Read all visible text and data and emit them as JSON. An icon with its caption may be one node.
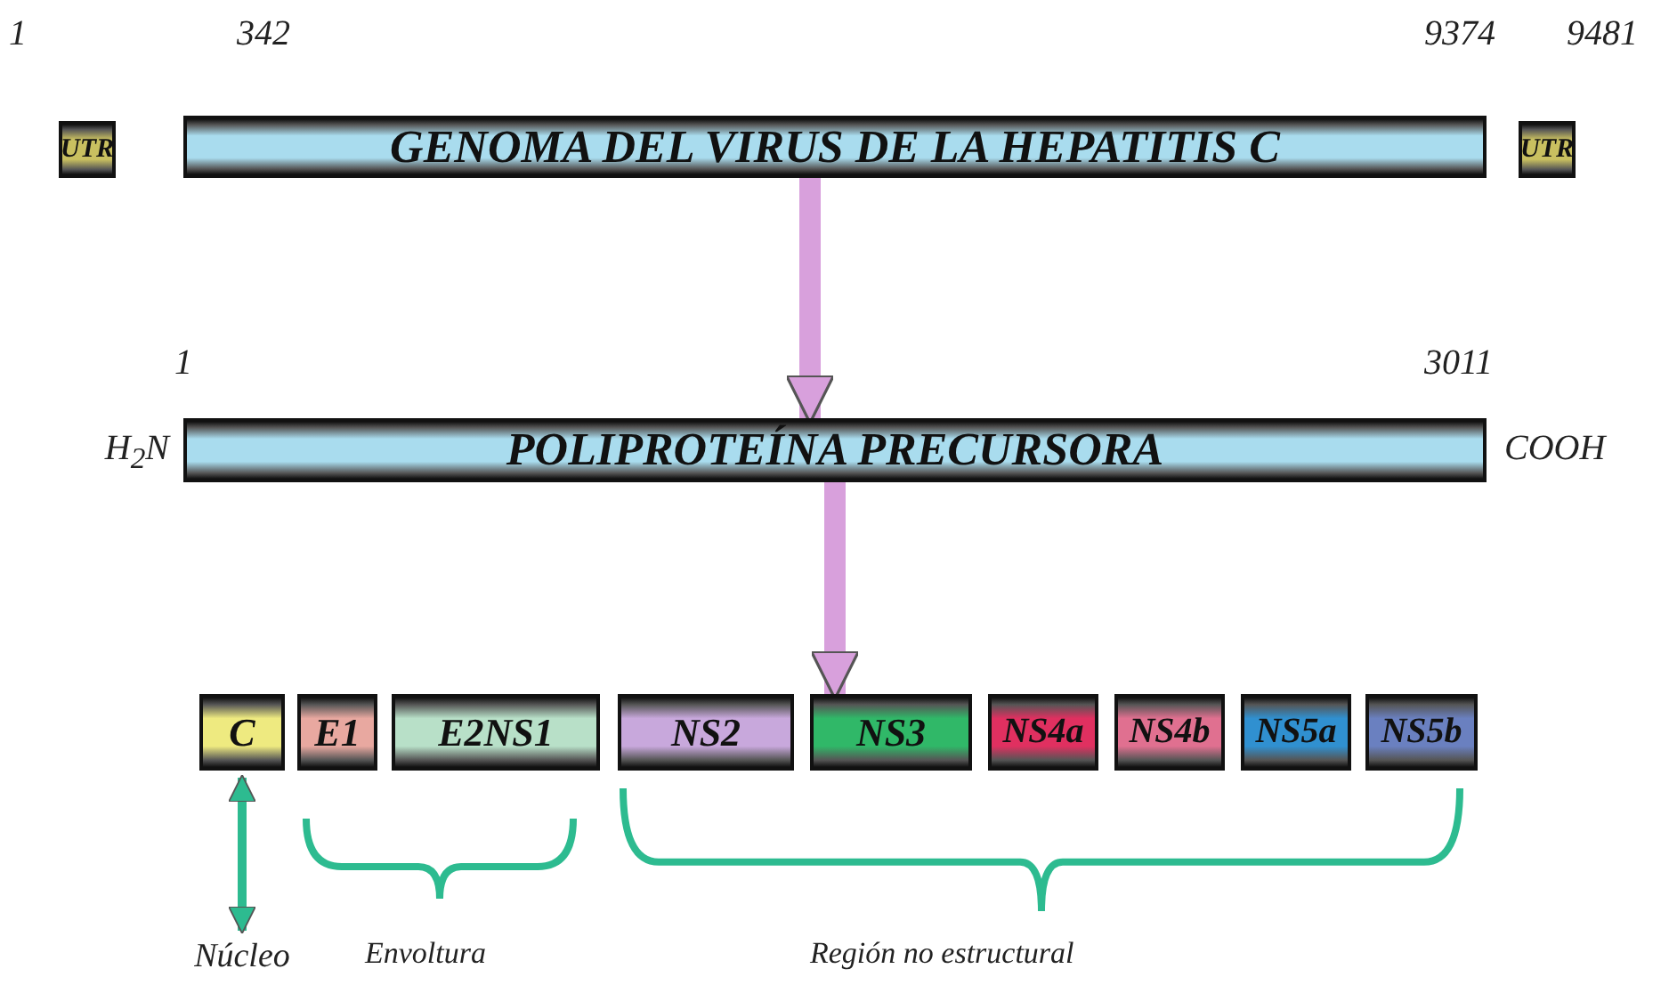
{
  "diagram": {
    "nodes": [
      {
        "text": [
          "UTR"
        ]
      },
      {
        "text": [
          "GENOMA DEL VIRUS DE LA HEPATITIS C"
        ]
      },
      {
        "text": [
          "UTR"
        ]
      },
      {
        "text": [
          "POLIPROTEÍNA PRECURSORA"
        ],
        "beside": [
          "H$_{2}$N",
          "COOH"
        ]
      },
      {
        "text": [
          "C"
        ]
      },
      {
        "text": [
          "E1"
        ]
      },
      {
        "text": [
          "E2NS1"
        ]
      },
      {
        "text": [
          "NS2"
        ]
      },
      {
        "text": [
          "NS3"
        ]
      },
      {
        "text": [
          "NS4a"
        ]
      },
      {
        "text": [
          "NS4b"
        ]
      },
      {
        "text": [
          "NS5a"
        ]
      },
      {
        "text": [
          "NS5b"
        ]
      },
      {
        "text": [
          "Núcleo"
        ]
      }
    ],
    "edges": [
      {
        "from": 1,
        "to": 3,
        "arrow": "to"
      },
      {
        "from": 3,
        "to": 8,
        "arrow": "to"
      },
      {
        "from": 4,
        "to": 13,
        "arrow": "both",
        "color": "#2dbb90"
      }
    ],
    "labels": [
      "1",
      "342",
      "9374",
      "9481",
      "1",
      "3011",
      "Envoltura",
      "Región no estructural"
    ]
  }
}
